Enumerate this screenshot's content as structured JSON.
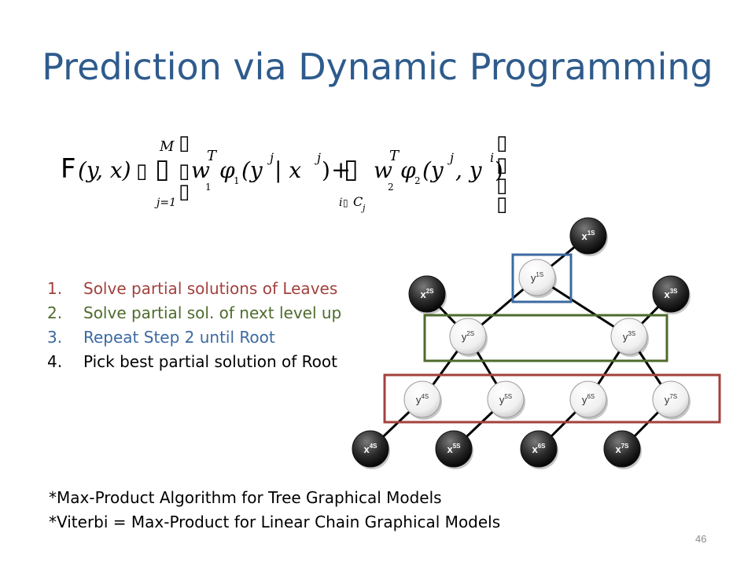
{
  "slide": {
    "title": "Prediction via Dynamic Programming",
    "slide_number": "46"
  },
  "formula": {
    "lhs_F": "F",
    "lhs_args": "(y, x)",
    "glyph_box": "▯",
    "sum_upper": "M",
    "sum_lower": "j=1",
    "w1": "w",
    "w1_sup": "T",
    "w1_sub": "1",
    "phi1": "φ",
    "phi1_sub": "1",
    "arg1": "(y",
    "arg1_sup": "j",
    "arg1_mid": " | x",
    "arg1_sup2": "j",
    "arg1_close": ")",
    "plus": "+",
    "inner_lower_i": "i",
    "inner_lower_c": "C",
    "inner_lower_csub": "j",
    "w2": "w",
    "w2_sup": "T",
    "w2_sub": "2",
    "phi2": "φ",
    "phi2_sub": "2",
    "arg2": "(y",
    "arg2_sup": "j",
    "arg2_mid": ", y",
    "arg2_sup2": "i",
    "arg2_close": ")"
  },
  "steps": [
    {
      "num": "1.",
      "text": "Solve partial solutions of Leaves",
      "color": "#a2413d"
    },
    {
      "num": "2.",
      "text": "Solve partial sol. of next level up",
      "color": "#4e6b2c"
    },
    {
      "num": "3.",
      "text": "Repeat Step 2 until Root",
      "color": "#3b6aa0"
    },
    {
      "num": "4.",
      "text": "Pick best partial solution of Root",
      "color": "#000000"
    }
  ],
  "notes": [
    "*Max-Product Algorithm for Tree Graphical Models",
    "*Viterbi = Max-Product for Linear Chain Graphical Models"
  ],
  "graph": {
    "nodes": [
      {
        "id": "x1",
        "kind": "x",
        "base": "x",
        "sup": "1S"
      },
      {
        "id": "y1",
        "kind": "y",
        "base": "y",
        "sup": "1S"
      },
      {
        "id": "x2",
        "kind": "x",
        "base": "x",
        "sup": "2S"
      },
      {
        "id": "x3",
        "kind": "x",
        "base": "x",
        "sup": "3S"
      },
      {
        "id": "y2",
        "kind": "y",
        "base": "y",
        "sup": "2S"
      },
      {
        "id": "y3",
        "kind": "y",
        "base": "y",
        "sup": "3S"
      },
      {
        "id": "y4",
        "kind": "y",
        "base": "y",
        "sup": "4S"
      },
      {
        "id": "y5",
        "kind": "y",
        "base": "y",
        "sup": "5S"
      },
      {
        "id": "y6",
        "kind": "y",
        "base": "y",
        "sup": "6S"
      },
      {
        "id": "y7",
        "kind": "y",
        "base": "y",
        "sup": "7S"
      },
      {
        "id": "x4",
        "kind": "x",
        "base": "x",
        "sup": "4S"
      },
      {
        "id": "x5",
        "kind": "x",
        "base": "x",
        "sup": "5S"
      },
      {
        "id": "x6",
        "kind": "x",
        "base": "x",
        "sup": "6S"
      },
      {
        "id": "x7",
        "kind": "x",
        "base": "x",
        "sup": "7S"
      }
    ],
    "edges": [
      [
        "x1",
        "y1"
      ],
      [
        "y1",
        "y2"
      ],
      [
        "y1",
        "y3"
      ],
      [
        "x2",
        "y2"
      ],
      [
        "x3",
        "y3"
      ],
      [
        "y2",
        "y4"
      ],
      [
        "y2",
        "y5"
      ],
      [
        "y3",
        "y6"
      ],
      [
        "y3",
        "y7"
      ],
      [
        "x4",
        "y4"
      ],
      [
        "x5",
        "y5"
      ],
      [
        "x6",
        "y6"
      ],
      [
        "x7",
        "y7"
      ]
    ],
    "boxes": [
      {
        "id": "root-box",
        "color": "#3b6aa0"
      },
      {
        "id": "mid-box",
        "color": "#4e6b2c"
      },
      {
        "id": "leaf-box",
        "color": "#a2413d"
      }
    ]
  }
}
